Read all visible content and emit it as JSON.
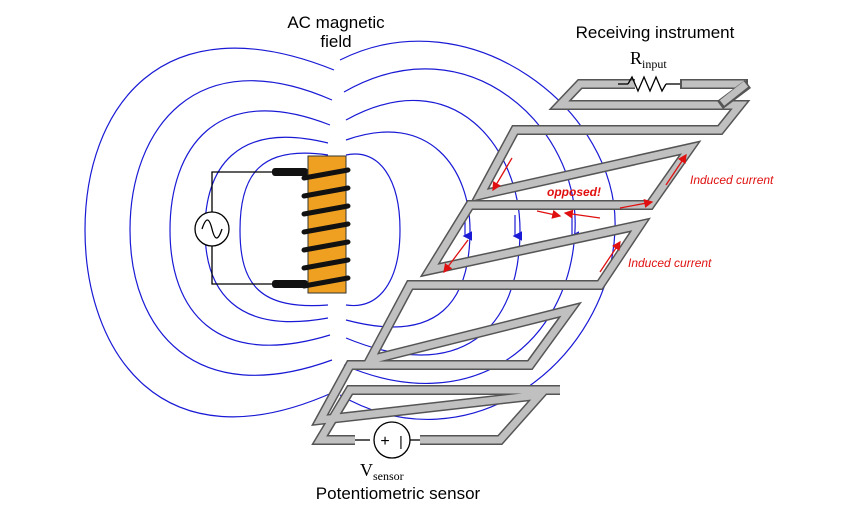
{
  "labels": {
    "field_line1": "AC magnetic",
    "field_line2": "field",
    "receiver_title": "Receiving instrument",
    "r_main": "R",
    "r_sub": "input",
    "induced_upper": "Induced current",
    "induced_lower": "Induced current",
    "opposed": "opposed!",
    "v_main": "V",
    "v_sub": "sensor",
    "sensor_title": "Potentiometric sensor",
    "plus": "+",
    "minus": "|"
  },
  "colors": {
    "field_line": "#1a1ad6",
    "coil_core": "#f0a020",
    "current": "#e01010",
    "twisted_pair_fill": "#c0c0c0",
    "twisted_pair_stroke": "#555555"
  },
  "icons": {
    "ac_source": "sine-wave-source-icon",
    "resistor": "resistor-icon",
    "voltage_source": "dc-source-icon"
  }
}
